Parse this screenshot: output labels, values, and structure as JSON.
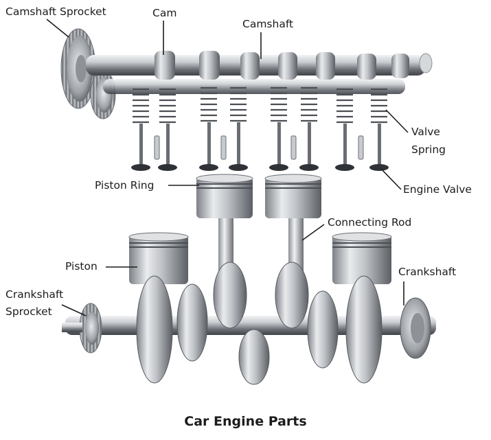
{
  "labels": {
    "camshaft_sprocket": "Camshaft Sprocket",
    "cam": "Cam",
    "camshaft": "Camshaft",
    "valve_spring_line1": "Valve",
    "valve_spring_line2": "Spring",
    "engine_valve": "Engine Valve",
    "piston_ring": "Piston Ring",
    "connecting_rod": "Connecting Rod",
    "piston": "Piston",
    "crankshaft": "Crankshaft",
    "crankshaft_sprocket_line1": "Crankshaft",
    "crankshaft_sprocket_line2": "Sprocket"
  },
  "caption": "Car Engine Parts",
  "colors": {
    "metal_light": "#e6e8ea",
    "metal_mid": "#a9adb2",
    "metal_dark": "#55595e",
    "label_text": "#1c1c1c",
    "leader_line": "#1c1c1c"
  }
}
